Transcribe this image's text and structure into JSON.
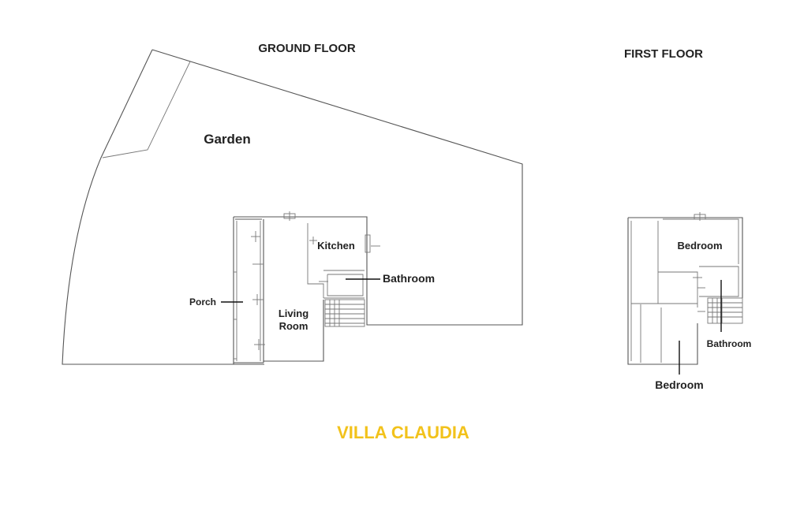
{
  "titles": {
    "ground_floor": "GROUND FLOOR",
    "first_floor": "FIRST FLOOR"
  },
  "rooms": {
    "garden": "Garden",
    "kitchen": "Kitchen",
    "bathroom_ground": "Bathroom",
    "porch": "Porch",
    "living_line1": "Living",
    "living_line2": "Room",
    "bedroom_top": "Bedroom",
    "bathroom_first": "Bathroom",
    "bedroom_bottom": "Bedroom"
  },
  "brand": {
    "name": "VILLA CLAUDIA",
    "color": "#f2c21b"
  }
}
